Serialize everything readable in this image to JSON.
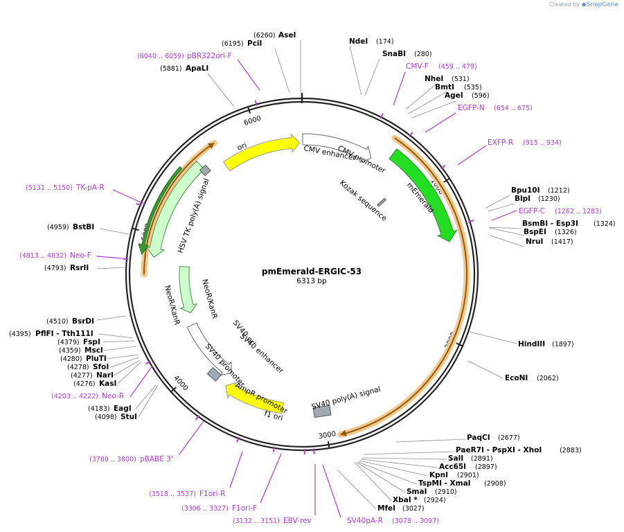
{
  "credit": {
    "prefix": "Created by",
    "brand": "SnapGene"
  },
  "plasmid": {
    "name": "pmEmerald-ERGIC-53",
    "size": "6313 bp",
    "length": 6313
  },
  "ticks": [
    {
      "pos": 1000,
      "label": "1000"
    },
    {
      "pos": 2000,
      "label": "2000"
    },
    {
      "pos": 3000,
      "label": "3000"
    },
    {
      "pos": 4000,
      "label": "4000"
    },
    {
      "pos": 5000,
      "label": "5000"
    },
    {
      "pos": 6000,
      "label": "6000"
    }
  ],
  "enzymes": [
    {
      "name": "AseI",
      "pos": "(6260)"
    },
    {
      "name": "PciI",
      "pos": "(6195)"
    },
    {
      "name": "ApaLI",
      "pos": "(5881)"
    },
    {
      "name": "NdeI",
      "pos": "(174)"
    },
    {
      "name": "SnaBI",
      "pos": "(280)"
    },
    {
      "name": "NheI",
      "pos": "(531)"
    },
    {
      "name": "BmtI",
      "pos": "(535)"
    },
    {
      "name": "AgeI",
      "pos": "(596)"
    },
    {
      "name": "Bpu10I",
      "pos": "(1212)"
    },
    {
      "name": "BlpI",
      "pos": "(1230)"
    },
    {
      "name": "BsmBI - Esp3I",
      "pos": "(1324)"
    },
    {
      "name": "BspEI",
      "pos": "(1326)"
    },
    {
      "name": "NruI",
      "pos": "(1417)"
    },
    {
      "name": "HindIII",
      "pos": "(1897)"
    },
    {
      "name": "EcoNI",
      "pos": "(2062)"
    },
    {
      "name": "PaqCI",
      "pos": "(2677)"
    },
    {
      "name": "PaeR7I - PspXI - XhoI",
      "pos": "(2883)"
    },
    {
      "name": "SalI",
      "pos": "(2891)"
    },
    {
      "name": "Acc65I",
      "pos": "(2897)"
    },
    {
      "name": "KpnI",
      "pos": "(2901)"
    },
    {
      "name": "TspMI - XmaI",
      "pos": "(2908)"
    },
    {
      "name": "SmaI",
      "pos": "(2910)"
    },
    {
      "name": "XbaI *",
      "pos": "(2924)"
    },
    {
      "name": "MfeI",
      "pos": "(3027)"
    },
    {
      "name": "BstBI",
      "pos": "(4959)"
    },
    {
      "name": "RsrII",
      "pos": "(4793)"
    },
    {
      "name": "BsrDI",
      "pos": "(4510)"
    },
    {
      "name": "PflFI - Tth111I",
      "pos": "(4395)"
    },
    {
      "name": "FspI",
      "pos": "(4379)"
    },
    {
      "name": "MscI",
      "pos": "(4359)"
    },
    {
      "name": "PluTI",
      "pos": "(4280)"
    },
    {
      "name": "SfoI",
      "pos": "(4278)"
    },
    {
      "name": "NarI",
      "pos": "(4277)"
    },
    {
      "name": "KasI",
      "pos": "(4276)"
    },
    {
      "name": "EagI",
      "pos": "(4183)"
    },
    {
      "name": "StuI",
      "pos": "(4098)"
    }
  ],
  "primers": [
    {
      "name": "pBR322ori-F",
      "pos": "(6040 .. 6059)"
    },
    {
      "name": "CMV-F",
      "pos": "(459 .. 479)"
    },
    {
      "name": "EGFP-N",
      "pos": "(654 .. 675)"
    },
    {
      "name": "EXFP-R",
      "pos": "(915 .. 934)"
    },
    {
      "name": "EGFP-C",
      "pos": "(1262 .. 1283)"
    },
    {
      "name": "TK-pA-R",
      "pos": "(5131 .. 5150)"
    },
    {
      "name": "Neo-F",
      "pos": "(4813 .. 4832)"
    },
    {
      "name": "Neo-R",
      "pos": "(4203 .. 4222)"
    },
    {
      "name": "pBABE 3'",
      "pos": "(3780 .. 3800)"
    },
    {
      "name": "F1ori-R",
      "pos": "(3518 .. 3537)"
    },
    {
      "name": "F1ori-F",
      "pos": "(3306 .. 3327)"
    },
    {
      "name": "EBV-rev",
      "pos": "(3132 .. 3151)"
    },
    {
      "name": "SV40pA-R",
      "pos": "(3078 .. 3097)"
    }
  ],
  "features": [
    {
      "name": "CMV enhancer"
    },
    {
      "name": "CMV promoter"
    },
    {
      "name": "mEmerald"
    },
    {
      "name": "Kozak sequence"
    },
    {
      "name": "SV40 poly(A) signal"
    },
    {
      "name": "f1 ori"
    },
    {
      "name": "AmpR promoter"
    },
    {
      "name": "SV40 promoter"
    },
    {
      "name": "SV40 enhancer"
    },
    {
      "name": "SV40 ori"
    },
    {
      "name": "NeoR/KanR"
    },
    {
      "name": "NeoR/KanR"
    },
    {
      "name": "HSV TK poly(A) signal"
    },
    {
      "name": "ori"
    }
  ],
  "colors": {
    "backbone": "#222222",
    "primer": "#b23ad6",
    "ori": "#ffff00",
    "gfp": "#22dd22",
    "neo": "#ccffcc",
    "polyA": "#a0a8b0",
    "orange": "#f5c88a",
    "darkbrown": "#8a5a14",
    "line": "#888888"
  }
}
